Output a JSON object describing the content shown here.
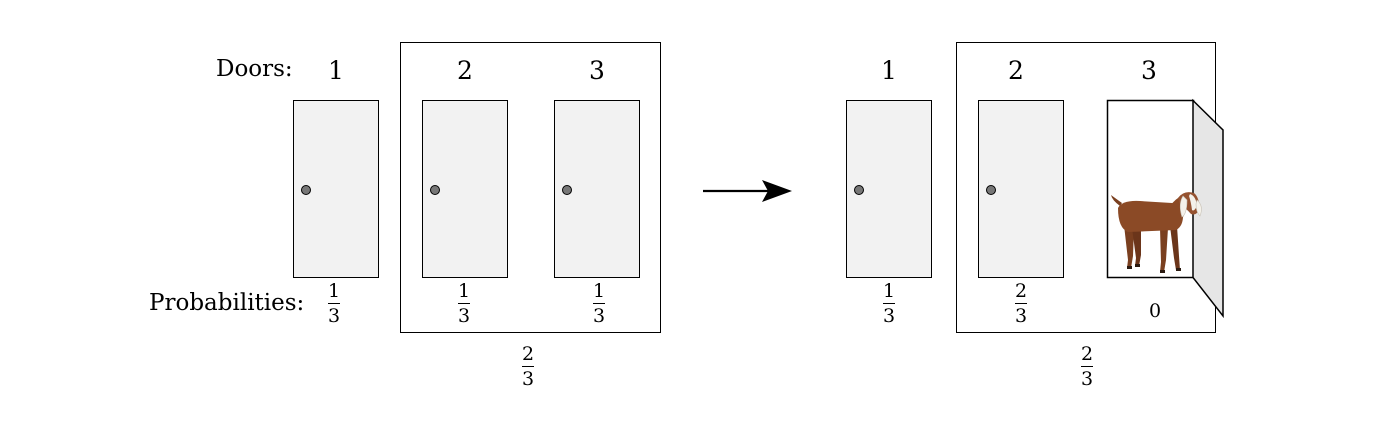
{
  "labels": {
    "doors": "Doors:",
    "probabilities": "Probabilities:"
  },
  "left": {
    "door_numbers": [
      "1",
      "2",
      "3"
    ],
    "door_probs": [
      {
        "num": "1",
        "den": "3"
      },
      {
        "num": "1",
        "den": "3"
      },
      {
        "num": "1",
        "den": "3"
      }
    ],
    "group_prob": {
      "num": "2",
      "den": "3"
    }
  },
  "right": {
    "door_numbers": [
      "1",
      "2",
      "3"
    ],
    "door_probs": [
      {
        "num": "1",
        "den": "3"
      },
      {
        "num": "2",
        "den": "3"
      }
    ],
    "open_door_prob": "0",
    "group_prob": {
      "num": "2",
      "den": "3"
    }
  },
  "colors": {
    "door_fill": "#f2f2f2",
    "open_door_fill": "#e6e6e6",
    "knob": "#777777",
    "goat": "#8b4a26"
  },
  "icons": {
    "transition": "right-arrow-icon",
    "animal": "goat-icon"
  }
}
